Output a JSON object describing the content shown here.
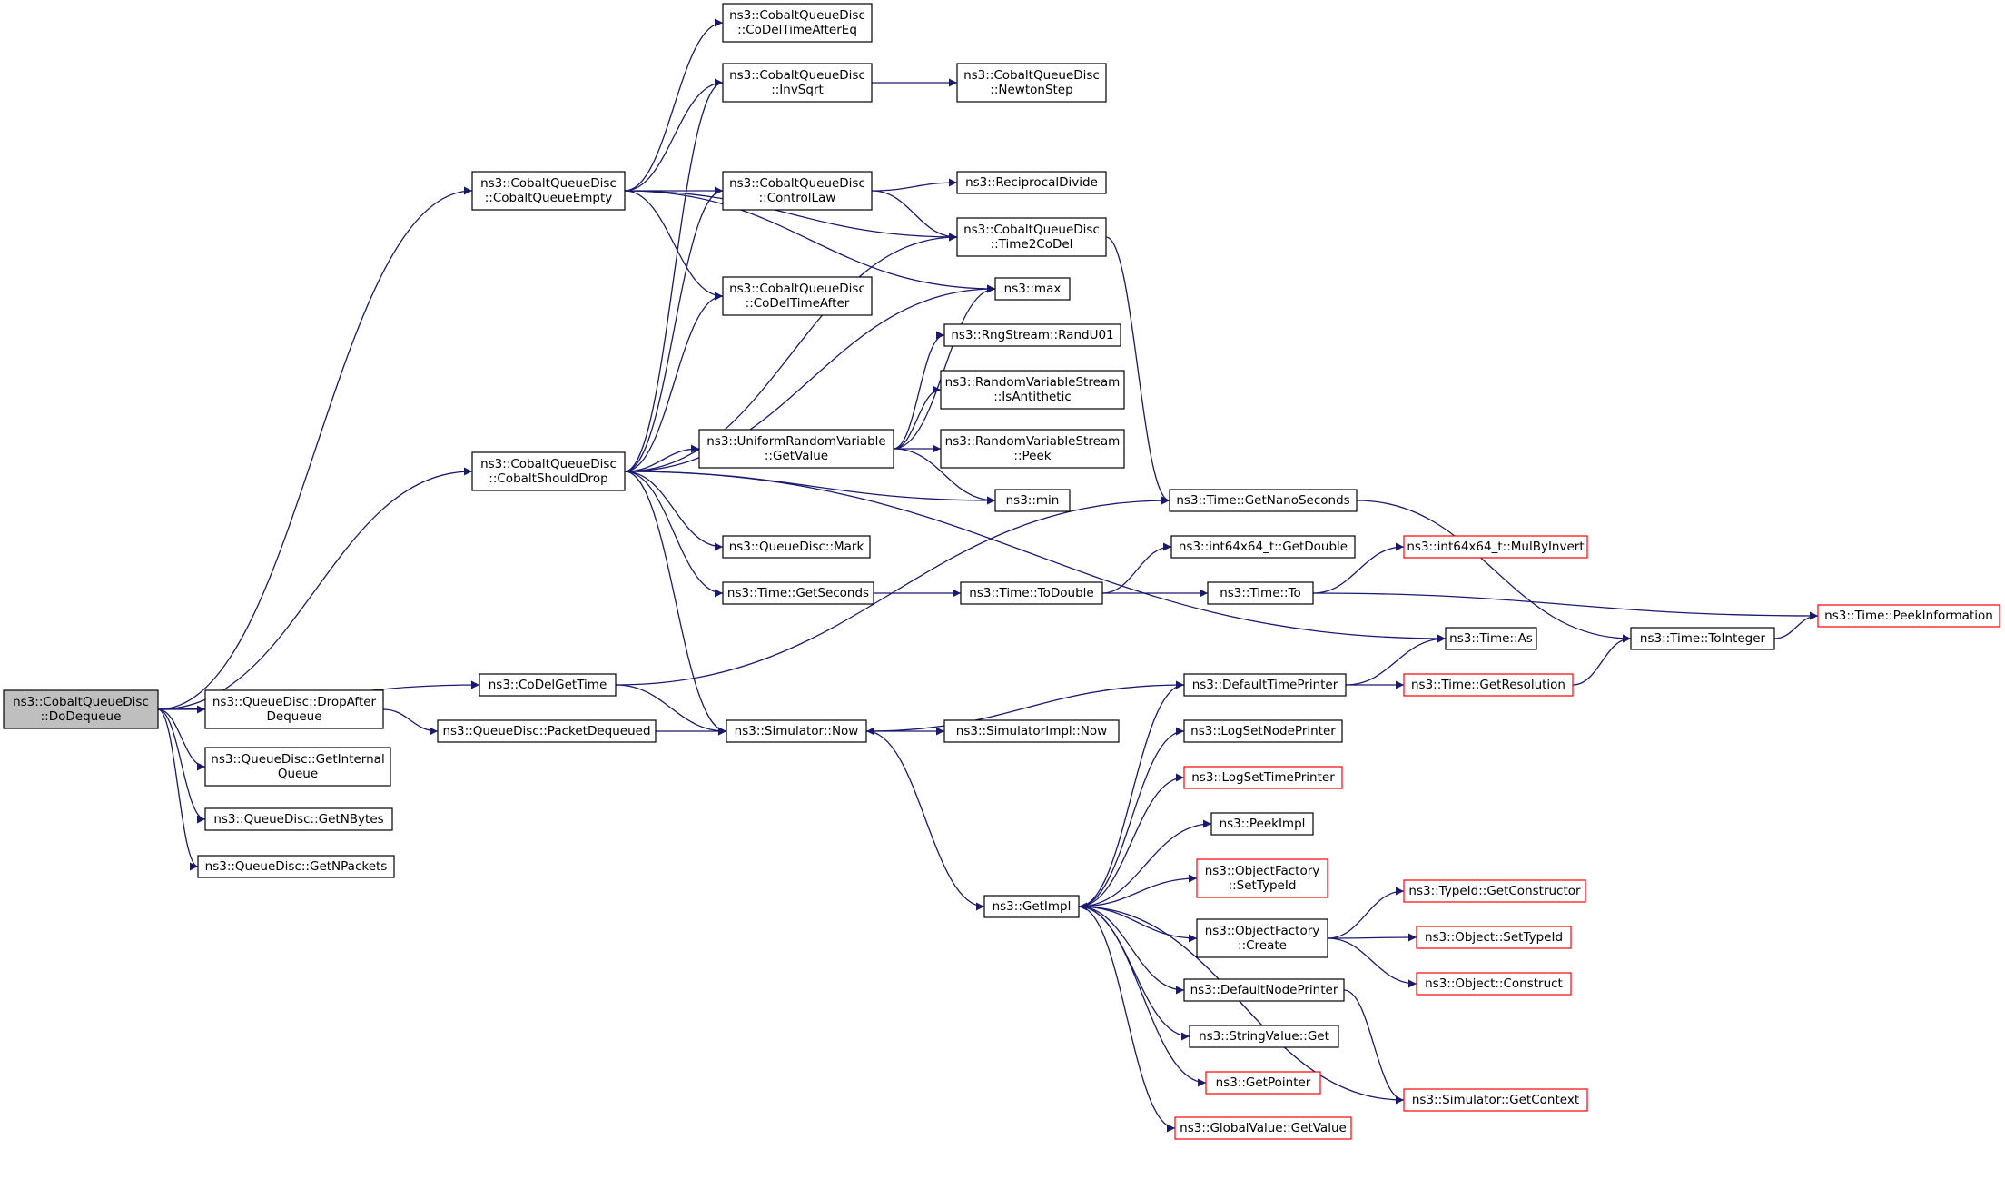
{
  "colors": {
    "edge": "#191970",
    "node_border_default": "#000000",
    "node_border_incomplete": "#ff0000",
    "node_fill_root": "#bfbfbf",
    "node_fill_default": "#ffffff"
  },
  "nodes": [
    {
      "id": "dodequeue",
      "lines": [
        "ns3::CobaltQueueDisc",
        "::DoDequeue"
      ],
      "kind": "root"
    },
    {
      "id": "cobaltqueueempty",
      "lines": [
        "ns3::CobaltQueueDisc",
        "::CobaltQueueEmpty"
      ],
      "kind": "default"
    },
    {
      "id": "cobaltshoulddrop",
      "lines": [
        "ns3::CobaltQueueDisc",
        "::CobaltShouldDrop"
      ],
      "kind": "default"
    },
    {
      "id": "codelgettime",
      "lines": [
        "ns3::CoDelGetTime"
      ],
      "kind": "default"
    },
    {
      "id": "dropafterdequeue",
      "lines": [
        "ns3::QueueDisc::DropAfter",
        "Dequeue"
      ],
      "kind": "default"
    },
    {
      "id": "getinternalqueue",
      "lines": [
        "ns3::QueueDisc::GetInternal",
        "Queue"
      ],
      "kind": "default"
    },
    {
      "id": "getnbytes",
      "lines": [
        "ns3::QueueDisc::GetNBytes"
      ],
      "kind": "default"
    },
    {
      "id": "getnpackets",
      "lines": [
        "ns3::QueueDisc::GetNPackets"
      ],
      "kind": "default"
    },
    {
      "id": "packetdequeued",
      "lines": [
        "ns3::QueueDisc::PacketDequeued"
      ],
      "kind": "default"
    },
    {
      "id": "codeltimeaftereq",
      "lines": [
        "ns3::CobaltQueueDisc",
        "::CoDelTimeAfterEq"
      ],
      "kind": "default"
    },
    {
      "id": "invsqrt",
      "lines": [
        "ns3::CobaltQueueDisc",
        "::InvSqrt"
      ],
      "kind": "default"
    },
    {
      "id": "controllaw",
      "lines": [
        "ns3::CobaltQueueDisc",
        "::ControlLaw"
      ],
      "kind": "default"
    },
    {
      "id": "codeltimeafter",
      "lines": [
        "ns3::CobaltQueueDisc",
        "::CoDelTimeAfter"
      ],
      "kind": "default"
    },
    {
      "id": "uniformgetvalue",
      "lines": [
        "ns3::UniformRandomVariable",
        "::GetValue"
      ],
      "kind": "default"
    },
    {
      "id": "mark",
      "lines": [
        "ns3::QueueDisc::Mark"
      ],
      "kind": "default"
    },
    {
      "id": "getseconds",
      "lines": [
        "ns3::Time::GetSeconds"
      ],
      "kind": "default"
    },
    {
      "id": "simnow",
      "lines": [
        "ns3::Simulator::Now"
      ],
      "kind": "default"
    },
    {
      "id": "newtonstep",
      "lines": [
        "ns3::CobaltQueueDisc",
        "::NewtonStep"
      ],
      "kind": "default"
    },
    {
      "id": "reciprocaldivide",
      "lines": [
        "ns3::ReciprocalDivide"
      ],
      "kind": "default"
    },
    {
      "id": "time2codel",
      "lines": [
        "ns3::CobaltQueueDisc",
        "::Time2CoDel"
      ],
      "kind": "default"
    },
    {
      "id": "max",
      "lines": [
        "ns3::max"
      ],
      "kind": "default"
    },
    {
      "id": "randu01",
      "lines": [
        "ns3::RngStream::RandU01"
      ],
      "kind": "default"
    },
    {
      "id": "isantithetic",
      "lines": [
        "ns3::RandomVariableStream",
        "::IsAntithetic"
      ],
      "kind": "default"
    },
    {
      "id": "peek",
      "lines": [
        "ns3::RandomVariableStream",
        "::Peek"
      ],
      "kind": "default"
    },
    {
      "id": "min",
      "lines": [
        "ns3::min"
      ],
      "kind": "default"
    },
    {
      "id": "todouble",
      "lines": [
        "ns3::Time::ToDouble"
      ],
      "kind": "default"
    },
    {
      "id": "simimplnow",
      "lines": [
        "ns3::SimulatorImpl::Now"
      ],
      "kind": "default"
    },
    {
      "id": "getimpl",
      "lines": [
        "ns3::GetImpl"
      ],
      "kind": "default"
    },
    {
      "id": "getnanoseconds",
      "lines": [
        "ns3::Time::GetNanoSeconds"
      ],
      "kind": "default"
    },
    {
      "id": "getdouble",
      "lines": [
        "ns3::int64x64_t::GetDouble"
      ],
      "kind": "default"
    },
    {
      "id": "timeto",
      "lines": [
        "ns3::Time::To"
      ],
      "kind": "default"
    },
    {
      "id": "timeas",
      "lines": [
        "ns3::Time::As"
      ],
      "kind": "default"
    },
    {
      "id": "defaulttimeprinter",
      "lines": [
        "ns3::DefaultTimePrinter"
      ],
      "kind": "default"
    },
    {
      "id": "logsetnodeprinter",
      "lines": [
        "ns3::LogSetNodePrinter"
      ],
      "kind": "default"
    },
    {
      "id": "logsettimeprinter",
      "lines": [
        "ns3::LogSetTimePrinter"
      ],
      "kind": "incomplete"
    },
    {
      "id": "peekimpl",
      "lines": [
        "ns3::PeekImpl"
      ],
      "kind": "default"
    },
    {
      "id": "ofsettypeid",
      "lines": [
        "ns3::ObjectFactory",
        "::SetTypeId"
      ],
      "kind": "incomplete"
    },
    {
      "id": "ofcreate",
      "lines": [
        "ns3::ObjectFactory",
        "::Create"
      ],
      "kind": "default"
    },
    {
      "id": "defaultnodeprinter",
      "lines": [
        "ns3::DefaultNodePrinter"
      ],
      "kind": "default"
    },
    {
      "id": "stringvalueget",
      "lines": [
        "ns3::StringValue::Get"
      ],
      "kind": "default"
    },
    {
      "id": "getpointer",
      "lines": [
        "ns3::GetPointer"
      ],
      "kind": "incomplete"
    },
    {
      "id": "globalgetvalue",
      "lines": [
        "ns3::GlobalValue::GetValue"
      ],
      "kind": "incomplete"
    },
    {
      "id": "mulbyinvert",
      "lines": [
        "ns3::int64x64_t::MulByInvert"
      ],
      "kind": "incomplete"
    },
    {
      "id": "getresolution",
      "lines": [
        "ns3::Time::GetResolution"
      ],
      "kind": "incomplete"
    },
    {
      "id": "getconstructor",
      "lines": [
        "ns3::TypeId::GetConstructor"
      ],
      "kind": "incomplete"
    },
    {
      "id": "objsettypeid",
      "lines": [
        "ns3::Object::SetTypeId"
      ],
      "kind": "incomplete"
    },
    {
      "id": "objconstruct",
      "lines": [
        "ns3::Object::Construct"
      ],
      "kind": "incomplete"
    },
    {
      "id": "getcontext",
      "lines": [
        "ns3::Simulator::GetContext"
      ],
      "kind": "incomplete"
    },
    {
      "id": "tointeger",
      "lines": [
        "ns3::Time::ToInteger"
      ],
      "kind": "default"
    },
    {
      "id": "peekinformation",
      "lines": [
        "ns3::Time::PeekInformation"
      ],
      "kind": "incomplete"
    }
  ],
  "edges": [
    [
      "dodequeue",
      "cobaltqueueempty"
    ],
    [
      "dodequeue",
      "cobaltshoulddrop"
    ],
    [
      "dodequeue",
      "codelgettime"
    ],
    [
      "dodequeue",
      "dropafterdequeue"
    ],
    [
      "dodequeue",
      "getinternalqueue"
    ],
    [
      "dodequeue",
      "getnbytes"
    ],
    [
      "dodequeue",
      "getnpackets"
    ],
    [
      "cobaltqueueempty",
      "codeltimeaftereq"
    ],
    [
      "cobaltqueueempty",
      "invsqrt"
    ],
    [
      "cobaltqueueempty",
      "controllaw"
    ],
    [
      "cobaltqueueempty",
      "time2codel"
    ],
    [
      "cobaltqueueempty",
      "codeltimeafter"
    ],
    [
      "cobaltqueueempty",
      "max"
    ],
    [
      "cobaltshoulddrop",
      "invsqrt"
    ],
    [
      "cobaltshoulddrop",
      "controllaw"
    ],
    [
      "cobaltshoulddrop",
      "codeltimeafter"
    ],
    [
      "cobaltshoulddrop",
      "time2codel"
    ],
    [
      "cobaltshoulddrop",
      "max"
    ],
    [
      "cobaltshoulddrop",
      "uniformgetvalue"
    ],
    [
      "cobaltshoulddrop",
      "min"
    ],
    [
      "cobaltshoulddrop",
      "mark"
    ],
    [
      "cobaltshoulddrop",
      "getseconds"
    ],
    [
      "cobaltshoulddrop",
      "timeas"
    ],
    [
      "cobaltshoulddrop",
      "simnow"
    ],
    [
      "invsqrt",
      "newtonstep"
    ],
    [
      "controllaw",
      "reciprocaldivide"
    ],
    [
      "controllaw",
      "time2codel"
    ],
    [
      "time2codel",
      "getnanoseconds"
    ],
    [
      "uniformgetvalue",
      "randu01"
    ],
    [
      "uniformgetvalue",
      "isantithetic"
    ],
    [
      "uniformgetvalue",
      "peek"
    ],
    [
      "uniformgetvalue",
      "max"
    ],
    [
      "uniformgetvalue",
      "min"
    ],
    [
      "getseconds",
      "todouble"
    ],
    [
      "todouble",
      "getdouble"
    ],
    [
      "todouble",
      "timeto"
    ],
    [
      "timeto",
      "mulbyinvert"
    ],
    [
      "timeto",
      "peekinformation"
    ],
    [
      "getnanoseconds",
      "tointeger"
    ],
    [
      "tointeger",
      "peekinformation"
    ],
    [
      "codelgettime",
      "getnanoseconds"
    ],
    [
      "codelgettime",
      "simnow"
    ],
    [
      "dropafterdequeue",
      "packetdequeued"
    ],
    [
      "packetdequeued",
      "simnow"
    ],
    [
      "simnow",
      "simimplnow"
    ],
    [
      "simnow",
      "getimpl"
    ],
    [
      "defaulttimeprinter",
      "simnow"
    ],
    [
      "defaulttimeprinter",
      "timeas"
    ],
    [
      "defaulttimeprinter",
      "getresolution"
    ],
    [
      "getresolution",
      "tointeger"
    ],
    [
      "getimpl",
      "defaulttimeprinter"
    ],
    [
      "getimpl",
      "logsetnodeprinter"
    ],
    [
      "getimpl",
      "logsettimeprinter"
    ],
    [
      "getimpl",
      "peekimpl"
    ],
    [
      "getimpl",
      "ofsettypeid"
    ],
    [
      "getimpl",
      "ofcreate"
    ],
    [
      "getimpl",
      "defaultnodeprinter"
    ],
    [
      "getimpl",
      "stringvalueget"
    ],
    [
      "getimpl",
      "getpointer"
    ],
    [
      "getimpl",
      "globalgetvalue"
    ],
    [
      "ofcreate",
      "getconstructor"
    ],
    [
      "ofcreate",
      "objsettypeid"
    ],
    [
      "ofcreate",
      "objconstruct"
    ],
    [
      "defaultnodeprinter",
      "getcontext"
    ],
    [
      "getcontext",
      "getimpl"
    ]
  ]
}
